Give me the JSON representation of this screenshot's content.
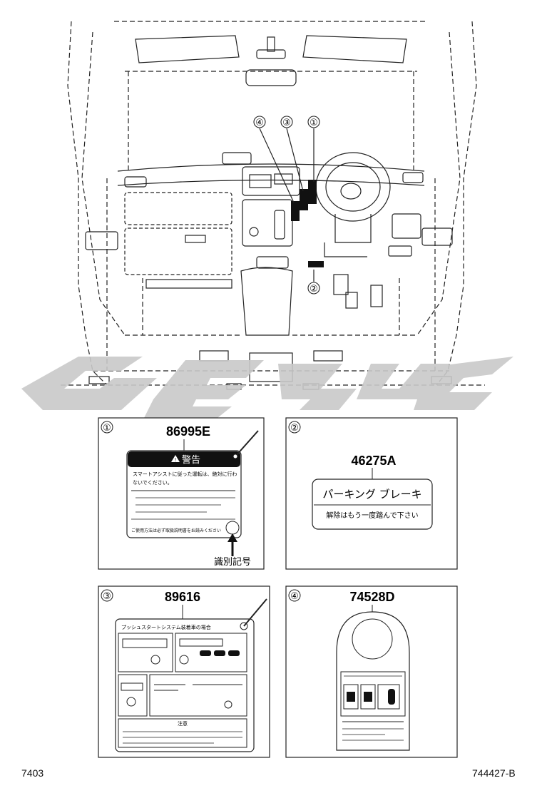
{
  "callouts": {
    "c1": "①",
    "c2": "②",
    "c3": "③",
    "c4": "④"
  },
  "watermark_color": "#c9c9c9",
  "panels": {
    "p1": {
      "num": "①",
      "part_no": "86995E",
      "warning_title": "警告",
      "line1": "スマートアシストに従った運転は、絶対に行わ",
      "line2": "ないでください。",
      "bottom_line": "ご使用方法は必ず取扱説明書をお読みください",
      "id_label": "識別記号"
    },
    "p2": {
      "num": "②",
      "part_no": "46275A",
      "title": "パーキング ブレーキ",
      "subtitle": "解除はもう一度踏んで下さい"
    },
    "p3": {
      "num": "③",
      "part_no": "89616",
      "header": "プッシュスタートシステム装着車の場合",
      "notice": "注意"
    },
    "p4": {
      "num": "④",
      "part_no": "74528D"
    }
  },
  "footer": {
    "left": "7403",
    "right": "744427-B"
  }
}
